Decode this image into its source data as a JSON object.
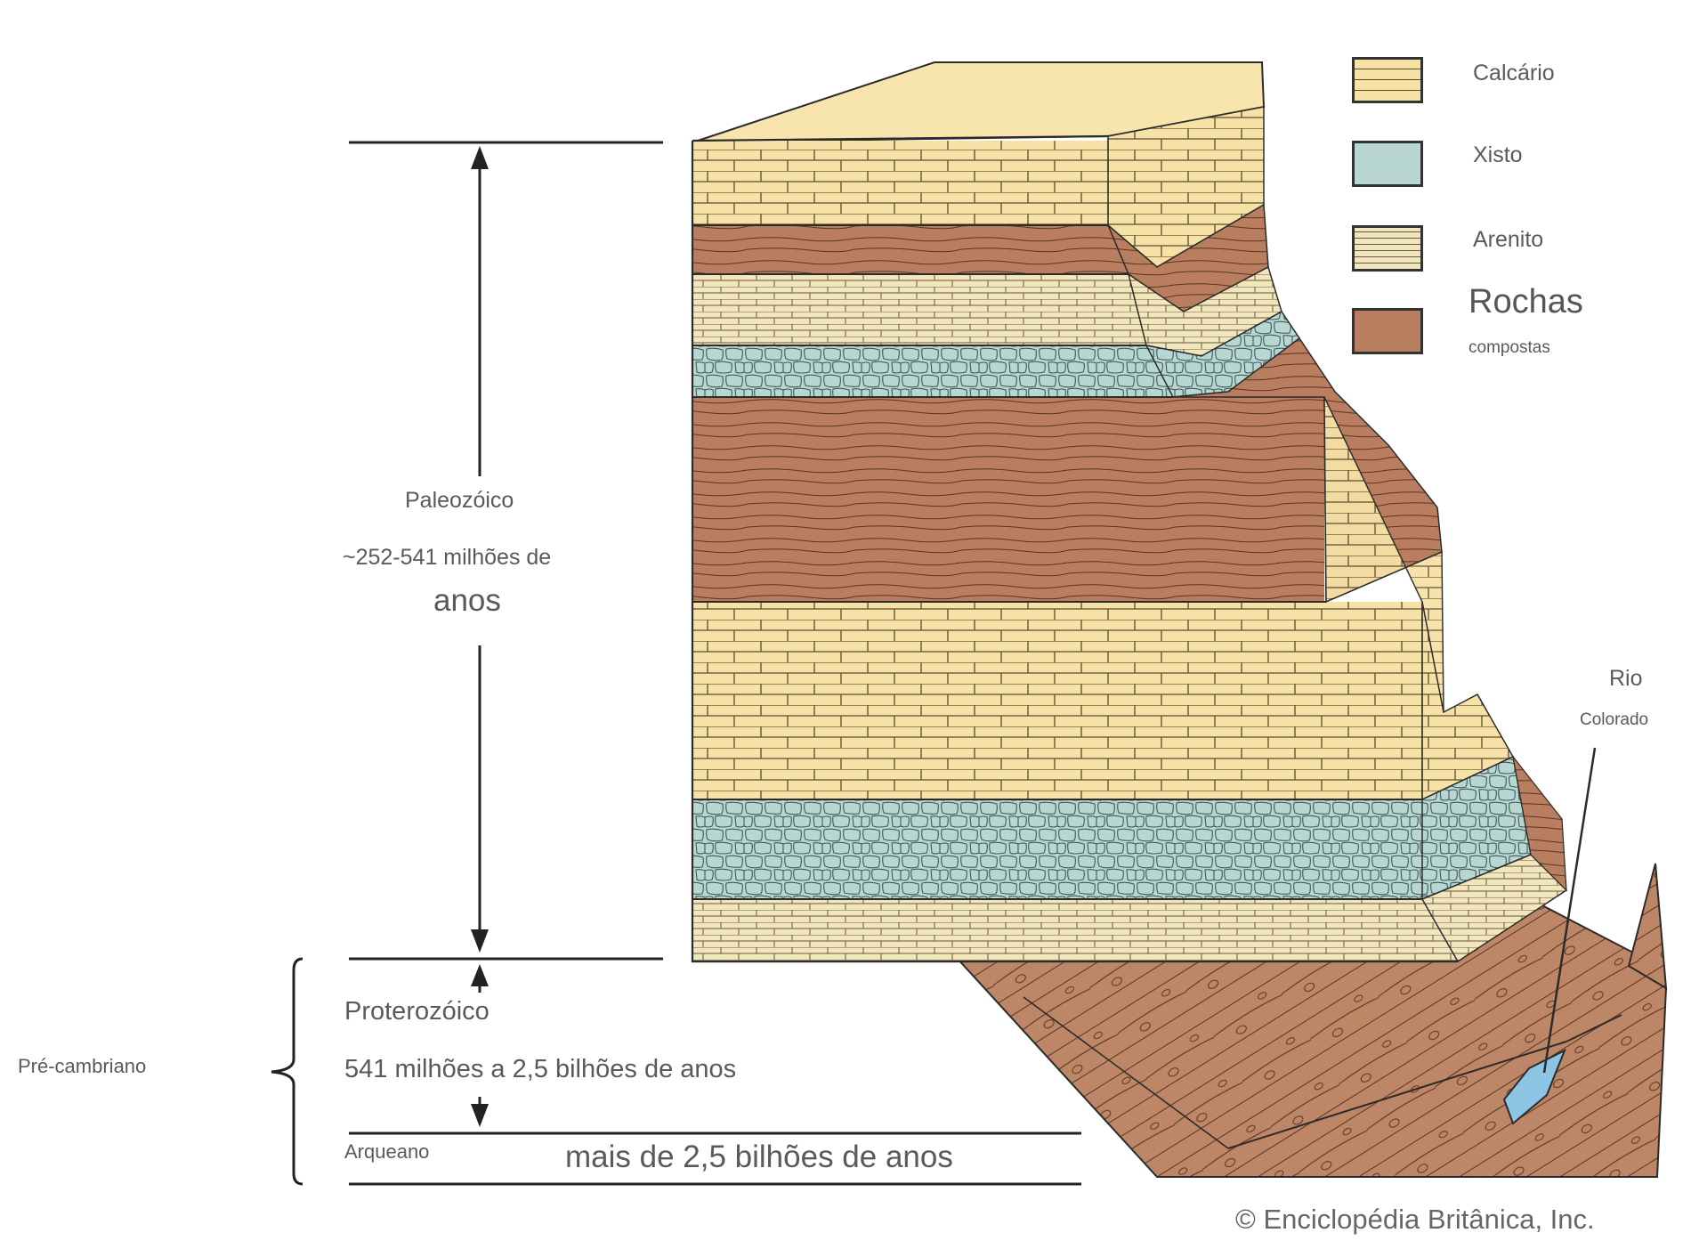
{
  "colors": {
    "limestone": "#f7e2a6",
    "shale": "#b8d6d2",
    "sandstone": "#f2e6bd",
    "composite": "#b97d5f",
    "water": "#8cc4e3",
    "line": "#2b2b2b",
    "text": "#5a5a5a"
  },
  "legend": {
    "limestone": "Calcário",
    "shale": "Xisto",
    "sandstone": "Arenito",
    "composite_main": "Rochas",
    "composite_sub": "compostas"
  },
  "eras": {
    "paleozoic_name": "Paleozóico",
    "paleozoic_range": "~252-541 milhões de",
    "paleozoic_unit": "anos",
    "proterozoic_name": "Proterozóico",
    "proterozoic_range": "541 milhões a 2,5 bilhões de anos",
    "archean_name": "Arqueano",
    "archean_range": "mais de 2,5 bilhões de anos",
    "precambrian": "Pré-cambriano"
  },
  "river": {
    "name_main": "Rio",
    "name_sub": "Colorado"
  },
  "copyright": "© Enciclopédia Britânica, Inc."
}
